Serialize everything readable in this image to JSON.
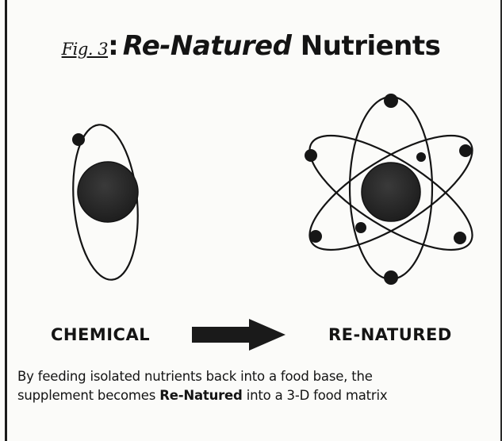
{
  "figure": {
    "fig_label": "Fig. 3",
    "colon": ":",
    "title_emphasis": "Re-Natured",
    "title_rest": " Nutrients"
  },
  "labels": {
    "left": "CHEMICAL",
    "right": "RE-NATURED"
  },
  "arrow": {
    "icon": "right-arrow-icon",
    "color": "#1a1a1a"
  },
  "caption": {
    "line1": "By feeding isolated nutrients back into a food base, the",
    "line2_before": "supplement becomes ",
    "line2_bold": "Re-Natured",
    "line2_after": " into a 3-D food matrix"
  },
  "colors": {
    "ink": "#141414",
    "nucleus": "#2b2b2b",
    "paper": "#fbfbf9"
  }
}
